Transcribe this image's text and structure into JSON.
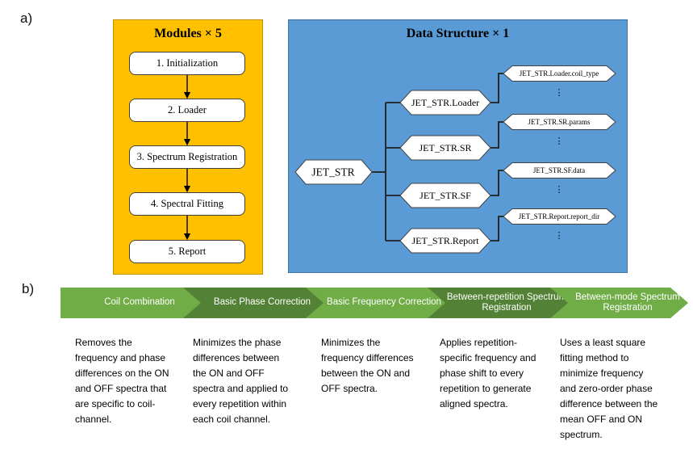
{
  "figure": {
    "panel_a_label": "a)",
    "panel_b_label": "b)"
  },
  "modules": {
    "title": "Modules × 5",
    "items": [
      "1. Initialization",
      "2. Loader",
      "3. Spectrum Registration",
      "4. Spectral Fitting",
      "5. Report"
    ]
  },
  "data_structure": {
    "title": "Data Structure × 1",
    "root": "JET_STR",
    "children": [
      "JET_STR.Loader",
      "JET_STR.SR",
      "JET_STR.SF",
      "JET_STR.Report"
    ],
    "fields": [
      "JET_STR.Loader.coil_type",
      "JET_STR.SR.params",
      "JET_STR.SF.data",
      "JET_STR.Report.report_dir"
    ],
    "ellipsis": "⋮"
  },
  "pipeline": {
    "steps": [
      {
        "label": "Coil Combination",
        "shade": "light",
        "description": "Removes the frequency and phase differences on the ON and OFF spectra that are specific to coil-channel."
      },
      {
        "label": "Basic Phase Correction",
        "shade": "dark",
        "description": "Minimizes the phase differences between the ON and OFF spectra and applied to every repetition within each coil channel."
      },
      {
        "label": "Basic Frequency Correction",
        "shade": "light",
        "description": "Minimizes the frequency differences between the ON and OFF spectra."
      },
      {
        "label": "Between-repetition Spectrum Registration",
        "shade": "dark",
        "description": "Applies repetition-specific frequency and phase shift to every repetition to generate aligned spectra."
      },
      {
        "label": "Between-mode Spectrum Registration",
        "shade": "light",
        "description": "Uses a least square fitting method to minimize frequency and zero-order phase difference between the mean OFF and ON spectrum."
      }
    ]
  },
  "colors": {
    "yellow_panel": "#FFC000",
    "yellow_border": "#BF9000",
    "blue_panel": "#5B9BD5",
    "blue_border": "#41719C",
    "node_fill": "#FFFFFF",
    "node_border": "#404040",
    "connector": "#1F1F1F",
    "green_light": "#70AD47",
    "green_dark": "#538135",
    "chevron_text": "#FFFFFF"
  }
}
